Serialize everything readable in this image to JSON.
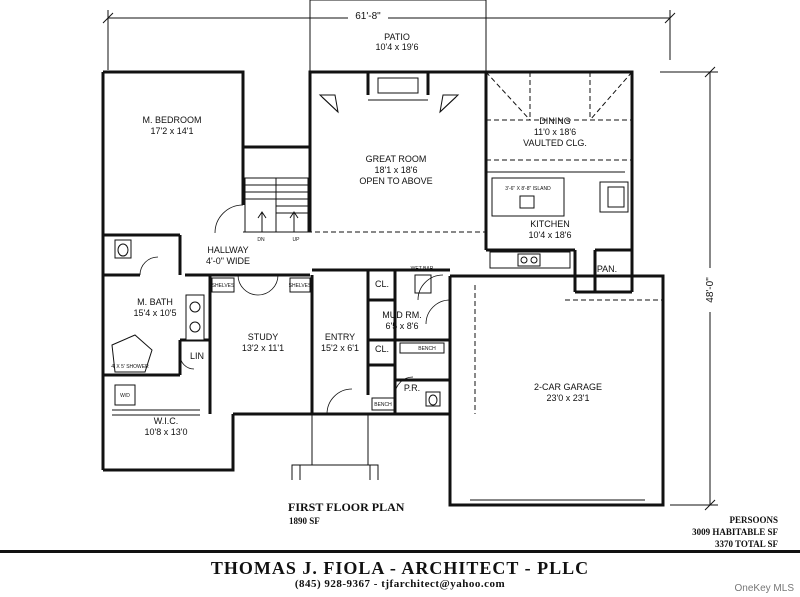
{
  "dimensions": {
    "width": "61'-8\"",
    "depth": "48'-0\""
  },
  "rooms": [
    {
      "id": "patio",
      "name": "PATIO",
      "size": "10'4 x 19'6"
    },
    {
      "id": "master-bedroom",
      "name": "M. BEDROOM",
      "size": "17'2 x 14'1"
    },
    {
      "id": "great-room",
      "name": "GREAT ROOM",
      "size": "18'1 x 18'6",
      "note": "OPEN TO ABOVE"
    },
    {
      "id": "dining",
      "name": "DINING",
      "size": "11'0 x 18'6",
      "note": "VAULTED CLG."
    },
    {
      "id": "kitchen",
      "name": "KITCHEN",
      "size": "10'4 x 18'6"
    },
    {
      "id": "hallway",
      "name": "HALLWAY",
      "size": "4'-0\" WIDE"
    },
    {
      "id": "master-bath",
      "name": "M. BATH",
      "size": "15'4 x 10'5"
    },
    {
      "id": "study",
      "name": "STUDY",
      "size": "13'2 x 11'1"
    },
    {
      "id": "entry",
      "name": "ENTRY",
      "size": "15'2 x 6'1"
    },
    {
      "id": "mud-room",
      "name": "MUD RM.",
      "size": "6'5 x 8'6"
    },
    {
      "id": "garage",
      "name": "2-CAR GARAGE",
      "size": "23'0 x 23'1"
    },
    {
      "id": "wic",
      "name": "W.I.C.",
      "size": "10'8 x 13'0"
    }
  ],
  "small_labels": {
    "island": "3'-6\" X 8'-8\" ISLAND",
    "pantry": "PAN.",
    "closet_1": "CL.",
    "closet_2": "CL.",
    "linen": "LIN",
    "powder_room": "P.R.",
    "shower": "4' X 5' SHOWER",
    "wet_bar": "WET BAR",
    "bench_1": "BENCH",
    "bench_2": "BENCH",
    "shelves_1": "SHELVES",
    "shelves_2": "SHELVES",
    "stairs_down": "DN",
    "stairs_up": "UP",
    "washer_dryer": "W/D"
  },
  "plan": {
    "title": "FIRST FLOOR PLAN",
    "area": "1890 SF"
  },
  "stats": {
    "persons": "PERSOONS",
    "habitable": "3009 HABITABLE SF",
    "total": "3370 TOTAL SF"
  },
  "firm": {
    "name": "THOMAS J. FIOLA - ARCHITECT - PLLC",
    "contact": "(845) 928-9367 - tjfarchitect@yahoo.com"
  },
  "watermark": "OneKey MLS"
}
